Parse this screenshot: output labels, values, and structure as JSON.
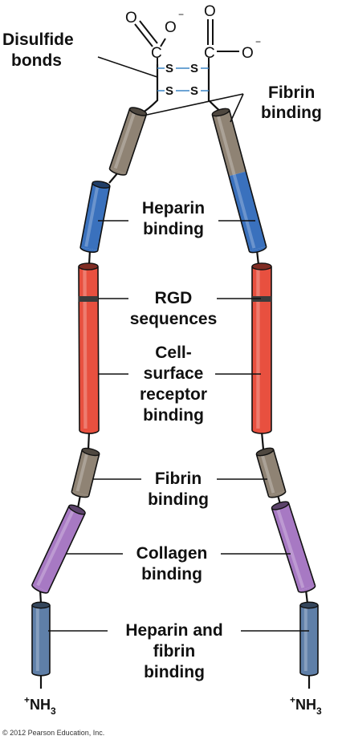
{
  "colors": {
    "fibrin": "#8f8374",
    "heparin": "#3a71bd",
    "rgd": "#e8503f",
    "collagen": "#a779c3",
    "heparin_fibrin": "#5f7fa8",
    "disulfide_dash": "#3d86c6"
  },
  "chem": {
    "oxygen": "O",
    "carbon": "C",
    "negative_charge": "−",
    "sulfur": "S",
    "amino_terminus": "NH",
    "amino_sub": "3",
    "amino_charge": "+"
  },
  "labels": {
    "disulfide_1": "Disulfide",
    "disulfide_2": "bonds",
    "fibrin_top_1": "Fibrin",
    "fibrin_top_2": "binding",
    "heparin_1": "Heparin",
    "heparin_2": "binding",
    "rgd_1": "RGD",
    "rgd_2": "sequences",
    "cell_1": "Cell-",
    "cell_2": "surface",
    "cell_3": "receptor",
    "cell_4": "binding",
    "fibrin_mid_1": "Fibrin",
    "fibrin_mid_2": "binding",
    "collagen_1": "Collagen",
    "collagen_2": "binding",
    "hepfib_1": "Heparin and",
    "hepfib_2": "fibrin",
    "hepfib_3": "binding"
  },
  "copyright": "© 2012 Pearson Education, Inc."
}
